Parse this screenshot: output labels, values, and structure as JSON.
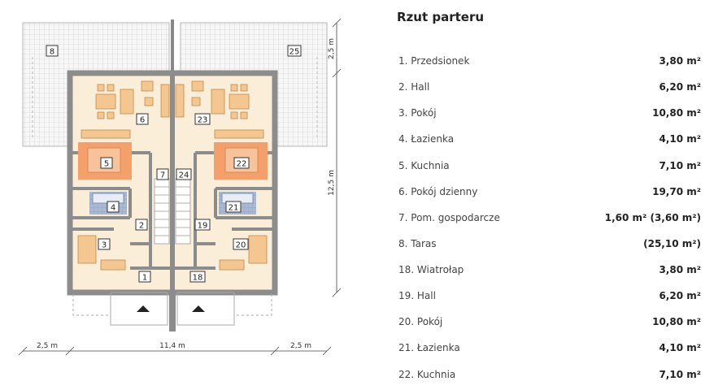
{
  "panel": {
    "title": "Rzut parteru",
    "rooms": [
      {
        "name": "1. Przedsionek",
        "area": "3,80 m²"
      },
      {
        "name": "2. Hall",
        "area": "6,20 m²"
      },
      {
        "name": "3. Pokój",
        "area": "10,80 m²"
      },
      {
        "name": "4. Łazienka",
        "area": "4,10 m²"
      },
      {
        "name": "5. Kuchnia",
        "area": "7,10 m²"
      },
      {
        "name": "6. Pokój dzienny",
        "area": "19,70 m²"
      },
      {
        "name": "7. Pom. gospodarcze",
        "area": "1,60 m² (3,60 m²)"
      },
      {
        "name": "8. Taras",
        "area": "(25,10 m²)"
      },
      {
        "name": "18. Wiatrołap",
        "area": "3,80 m²"
      },
      {
        "name": "19. Hall",
        "area": "6,20 m²"
      },
      {
        "name": "20. Pokój",
        "area": "10,80 m²"
      },
      {
        "name": "21. Łazienka",
        "area": "4,10 m²"
      },
      {
        "name": "22. Kuchnia",
        "area": "7,10 m²"
      }
    ]
  },
  "plan": {
    "room_tags": [
      "8",
      "25",
      "6",
      "23",
      "5",
      "22",
      "7",
      "24",
      "4",
      "21",
      "2",
      "19",
      "3",
      "20",
      "1",
      "18"
    ],
    "dimensions": {
      "terrace_depth": "2,5 m",
      "building_depth": "12,5 m",
      "left_offset": "2,5 m",
      "building_width": "11,4 m",
      "right_offset": "2,5 m"
    }
  },
  "colors": {
    "floor": "#fbeed9",
    "kitchen": "#f5a06a",
    "bathroom": "#aab9d3",
    "wall": "#8c8c8c",
    "terrace": "#f3f3f3"
  }
}
